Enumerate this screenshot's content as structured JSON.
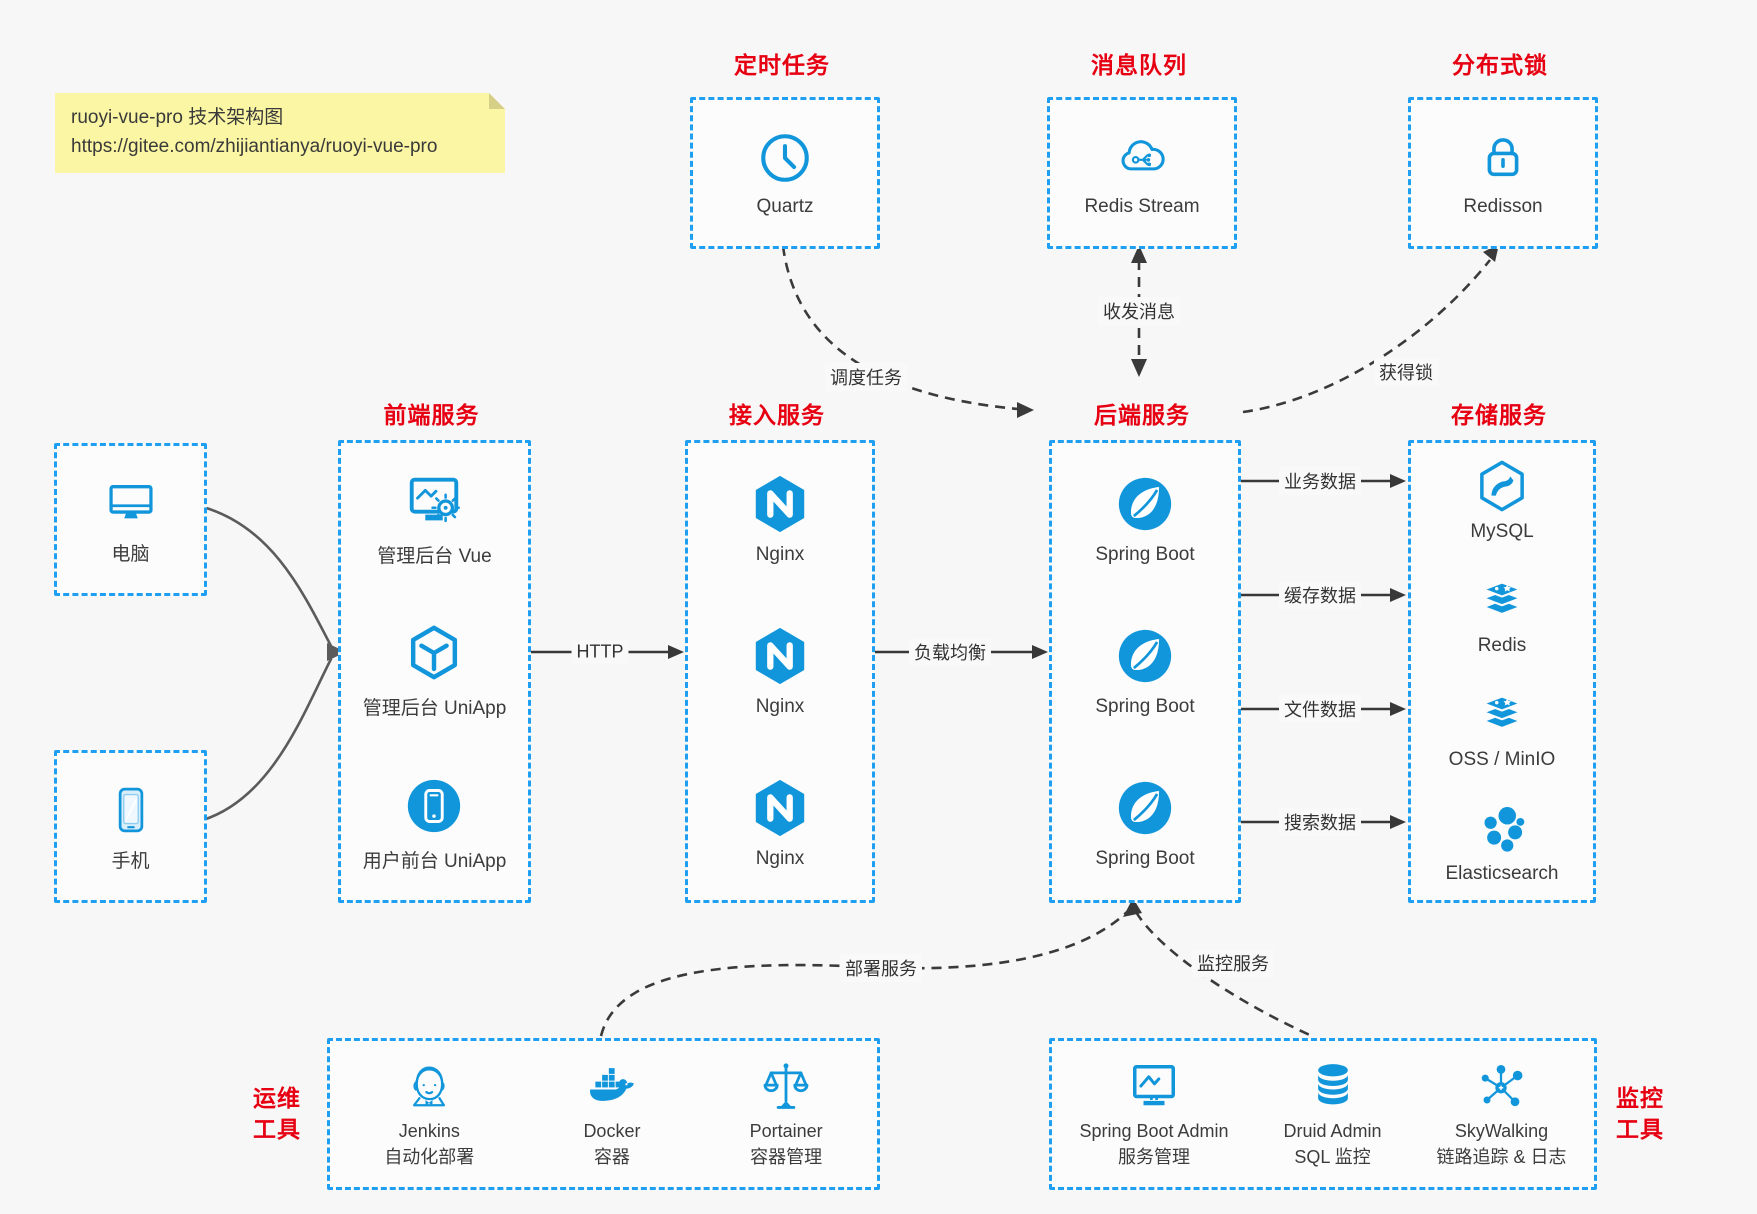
{
  "note": {
    "line1": "ruoyi-vue-pro 技术架构图",
    "line2": "https://gitee.com/zhijiantianya/ruoyi-vue-pro"
  },
  "colors": {
    "accent_blue": "#1296db",
    "border_blue": "#1e9ff2",
    "title_red": "#e60012",
    "text_dark": "#3c3c3c",
    "note_bg": "#faf6a3",
    "page_bg": "#f7f7f7"
  },
  "top_groups": [
    {
      "title": "定时任务",
      "item": {
        "icon": "clock-icon",
        "label": "Quartz"
      }
    },
    {
      "title": "消息队列",
      "item": {
        "icon": "cloud-stream-icon",
        "label": "Redis Stream"
      }
    },
    {
      "title": "分布式锁",
      "item": {
        "icon": "lock-icon",
        "label": "Redisson"
      }
    }
  ],
  "clients": [
    {
      "icon": "desktop-icon",
      "label": "电脑"
    },
    {
      "icon": "mobile-icon",
      "label": "手机"
    }
  ],
  "columns": [
    {
      "title": "前端服务",
      "items": [
        {
          "icon": "admin-vue-icon",
          "label": "管理后台 Vue"
        },
        {
          "icon": "cube-icon",
          "label": "管理后台 UniApp"
        },
        {
          "icon": "app-circle-icon",
          "label": "用户前台 UniApp"
        }
      ]
    },
    {
      "title": "接入服务",
      "items": [
        {
          "icon": "nginx-icon",
          "label": "Nginx"
        },
        {
          "icon": "nginx-icon",
          "label": "Nginx"
        },
        {
          "icon": "nginx-icon",
          "label": "Nginx"
        }
      ]
    },
    {
      "title": "后端服务",
      "items": [
        {
          "icon": "spring-icon",
          "label": "Spring Boot"
        },
        {
          "icon": "spring-icon",
          "label": "Spring Boot"
        },
        {
          "icon": "spring-icon",
          "label": "Spring Boot"
        }
      ]
    },
    {
      "title": "存储服务",
      "items": [
        {
          "icon": "mysql-icon",
          "label": "MySQL"
        },
        {
          "icon": "redis-icon",
          "label": "Redis"
        },
        {
          "icon": "redis-icon",
          "label": "OSS / MinIO"
        },
        {
          "icon": "elasticsearch-icon",
          "label": "Elasticsearch"
        }
      ]
    }
  ],
  "bottom_groups": [
    {
      "side_label": [
        "运维",
        "工具"
      ],
      "items": [
        {
          "icon": "jenkins-icon",
          "line1": "Jenkins",
          "line2": "自动化部署"
        },
        {
          "icon": "docker-icon",
          "line1": "Docker",
          "line2": "容器"
        },
        {
          "icon": "portainer-icon",
          "line1": "Portainer",
          "line2": "容器管理"
        }
      ]
    },
    {
      "side_label": [
        "监控",
        "工具"
      ],
      "items": [
        {
          "icon": "spring-boot-admin-icon",
          "line1": "Spring Boot Admin",
          "line2": "服务管理"
        },
        {
          "icon": "druid-icon",
          "line1": "Druid Admin",
          "line2": "SQL 监控"
        },
        {
          "icon": "skywalking-icon",
          "line1": "SkyWalking",
          "line2": "链路追踪 & 日志"
        }
      ]
    }
  ],
  "edges": {
    "http": "HTTP",
    "load_balance": "负载均衡",
    "schedule": "调度任务",
    "message": "收发消息",
    "lock": "获得锁",
    "business": "业务数据",
    "cache": "缓存数据",
    "file": "文件数据",
    "search": "搜索数据",
    "deploy": "部署服务",
    "monitor": "监控服务"
  }
}
